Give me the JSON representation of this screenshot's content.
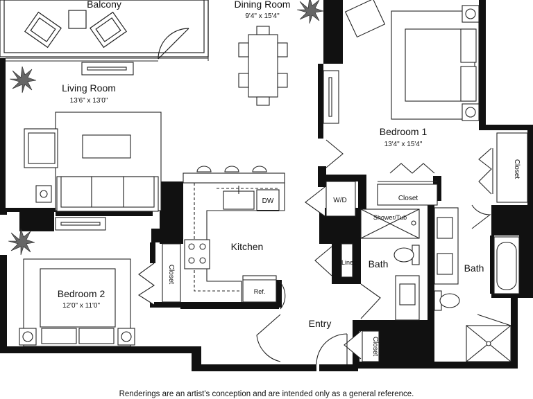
{
  "rooms": {
    "balcony": {
      "name": "Balcony"
    },
    "dining": {
      "name": "Dining Room",
      "dims": "9'4\" x 15'4\""
    },
    "living": {
      "name": "Living Room",
      "dims": "13'6\" x 13'0\""
    },
    "bedroom1": {
      "name": "Bedroom 1",
      "dims": "13'4\" x 15'4\""
    },
    "bedroom2": {
      "name": "Bedroom 2",
      "dims": "12'0\" x 11'0\""
    },
    "kitchen": {
      "name": "Kitchen"
    },
    "bath_left": {
      "name": "Bath"
    },
    "bath_right": {
      "name": "Bath"
    },
    "entry": {
      "name": "Entry"
    }
  },
  "labels": {
    "dw": "DW",
    "wd": "W/D",
    "ref": "Ref.",
    "linen": "Linen",
    "shower_tub": "Shower/Tub",
    "closet_b1_mid": "Closet",
    "closet_b1_right": "Closet",
    "closet_b2": "Closet",
    "closet_entry": "Closet"
  },
  "disclaimer": "Renderings are an artist's conception and are intended only as a general reference."
}
